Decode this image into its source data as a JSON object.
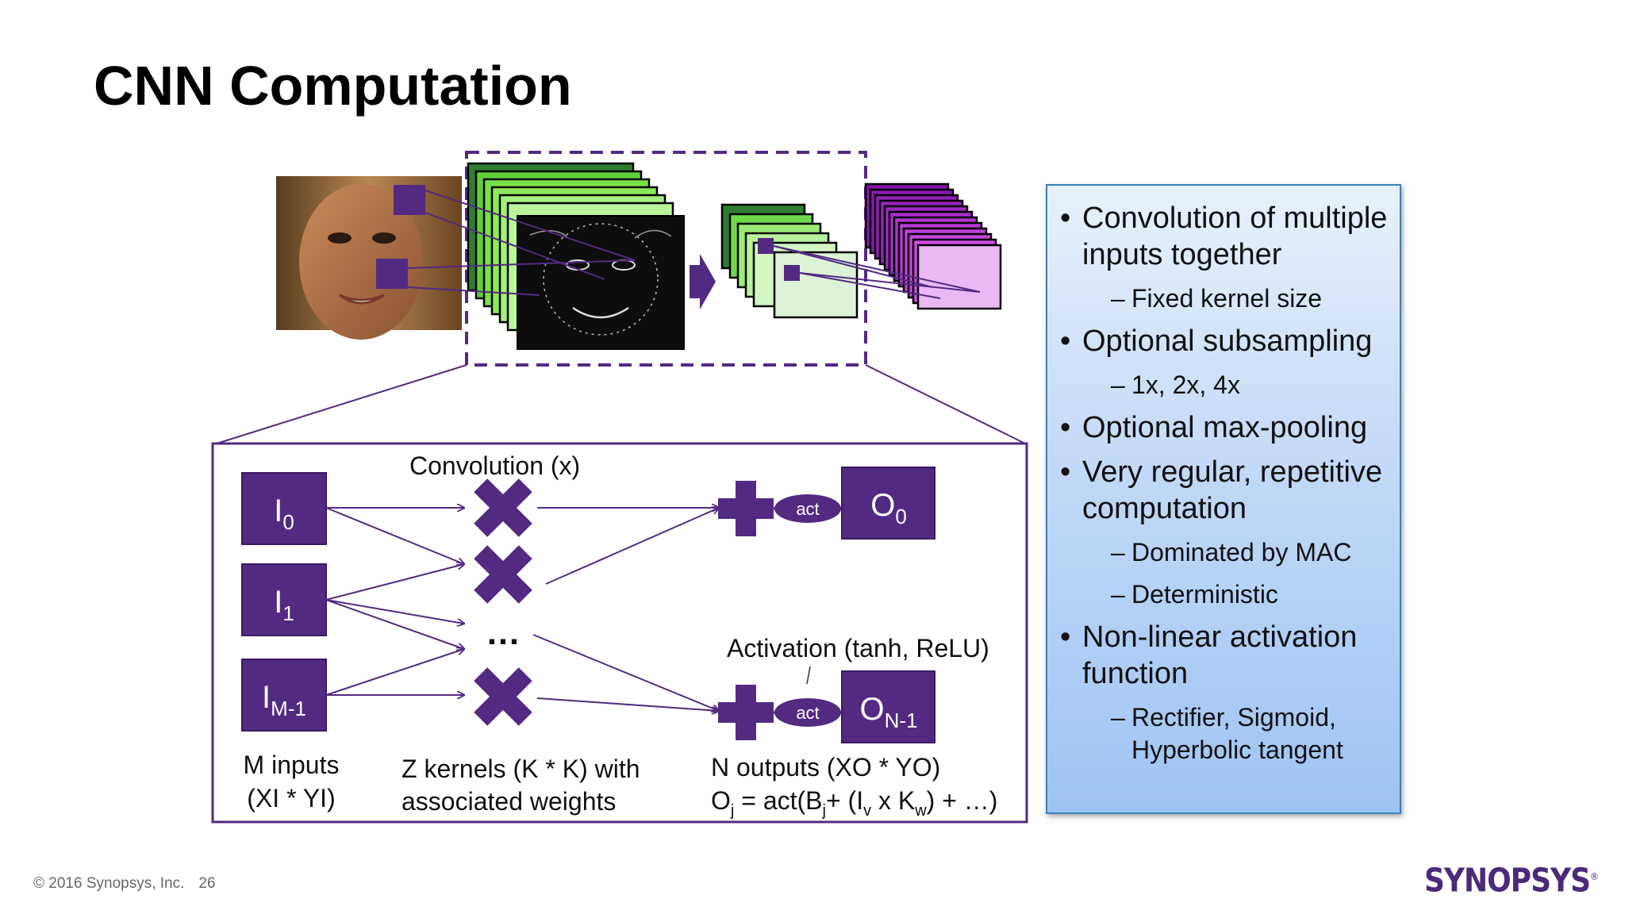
{
  "slide": {
    "title": "CNN Computation"
  },
  "colors": {
    "purple": "#532A82",
    "green_dark": "#2E7D32",
    "green_light": "#8BEA5C",
    "pink": "#EBB8F5",
    "panel_blue": "#B7D3F7"
  },
  "diagram": {
    "inputs": [
      {
        "base": "I",
        "sub": "0"
      },
      {
        "base": "I",
        "sub": "1"
      },
      {
        "base": "I",
        "sub": "M-1"
      }
    ],
    "outputs": [
      {
        "base": "O",
        "sub": "0"
      },
      {
        "base": "O",
        "sub": "N-1"
      }
    ],
    "act_label": "act",
    "ellipsis": "…",
    "convolution_label": "Convolution (x)",
    "activation_label": "Activation (tanh, ReLU)",
    "caption_inputs": [
      "M inputs",
      "(XI * YI)"
    ],
    "caption_kernels": [
      "Z kernels (K * K) with",
      "associated weights"
    ],
    "caption_outputs_line1": "N outputs (XO * YO)",
    "formula": {
      "o": "O",
      "o_sub": "j",
      "t1": " = act(B",
      "b_sub": "j",
      "t2": "+ (I",
      "i_sub": "v",
      "t3": " x K",
      "k_sub": "w",
      "t4": ") + …)"
    }
  },
  "bullets": [
    {
      "level": 1,
      "text": "Convolution of multiple inputs together"
    },
    {
      "level": 2,
      "text": "Fixed kernel size"
    },
    {
      "level": 1,
      "text": "Optional subsampling"
    },
    {
      "level": 2,
      "text": "1x, 2x, 4x"
    },
    {
      "level": 1,
      "text": "Optional max-pooling"
    },
    {
      "level": 1,
      "text": "Very regular, repetitive computation"
    },
    {
      "level": 2,
      "text": "Dominated by MAC"
    },
    {
      "level": 2,
      "text": "Deterministic"
    },
    {
      "level": 1,
      "text": "Non-linear activation function"
    },
    {
      "level": 2,
      "text": "Rectifier, Sigmoid, Hyperbolic tangent"
    }
  ],
  "footer": {
    "copyright": "© 2016 Synopsys, Inc.",
    "page": "26",
    "logo": "SYNOPSYS"
  }
}
